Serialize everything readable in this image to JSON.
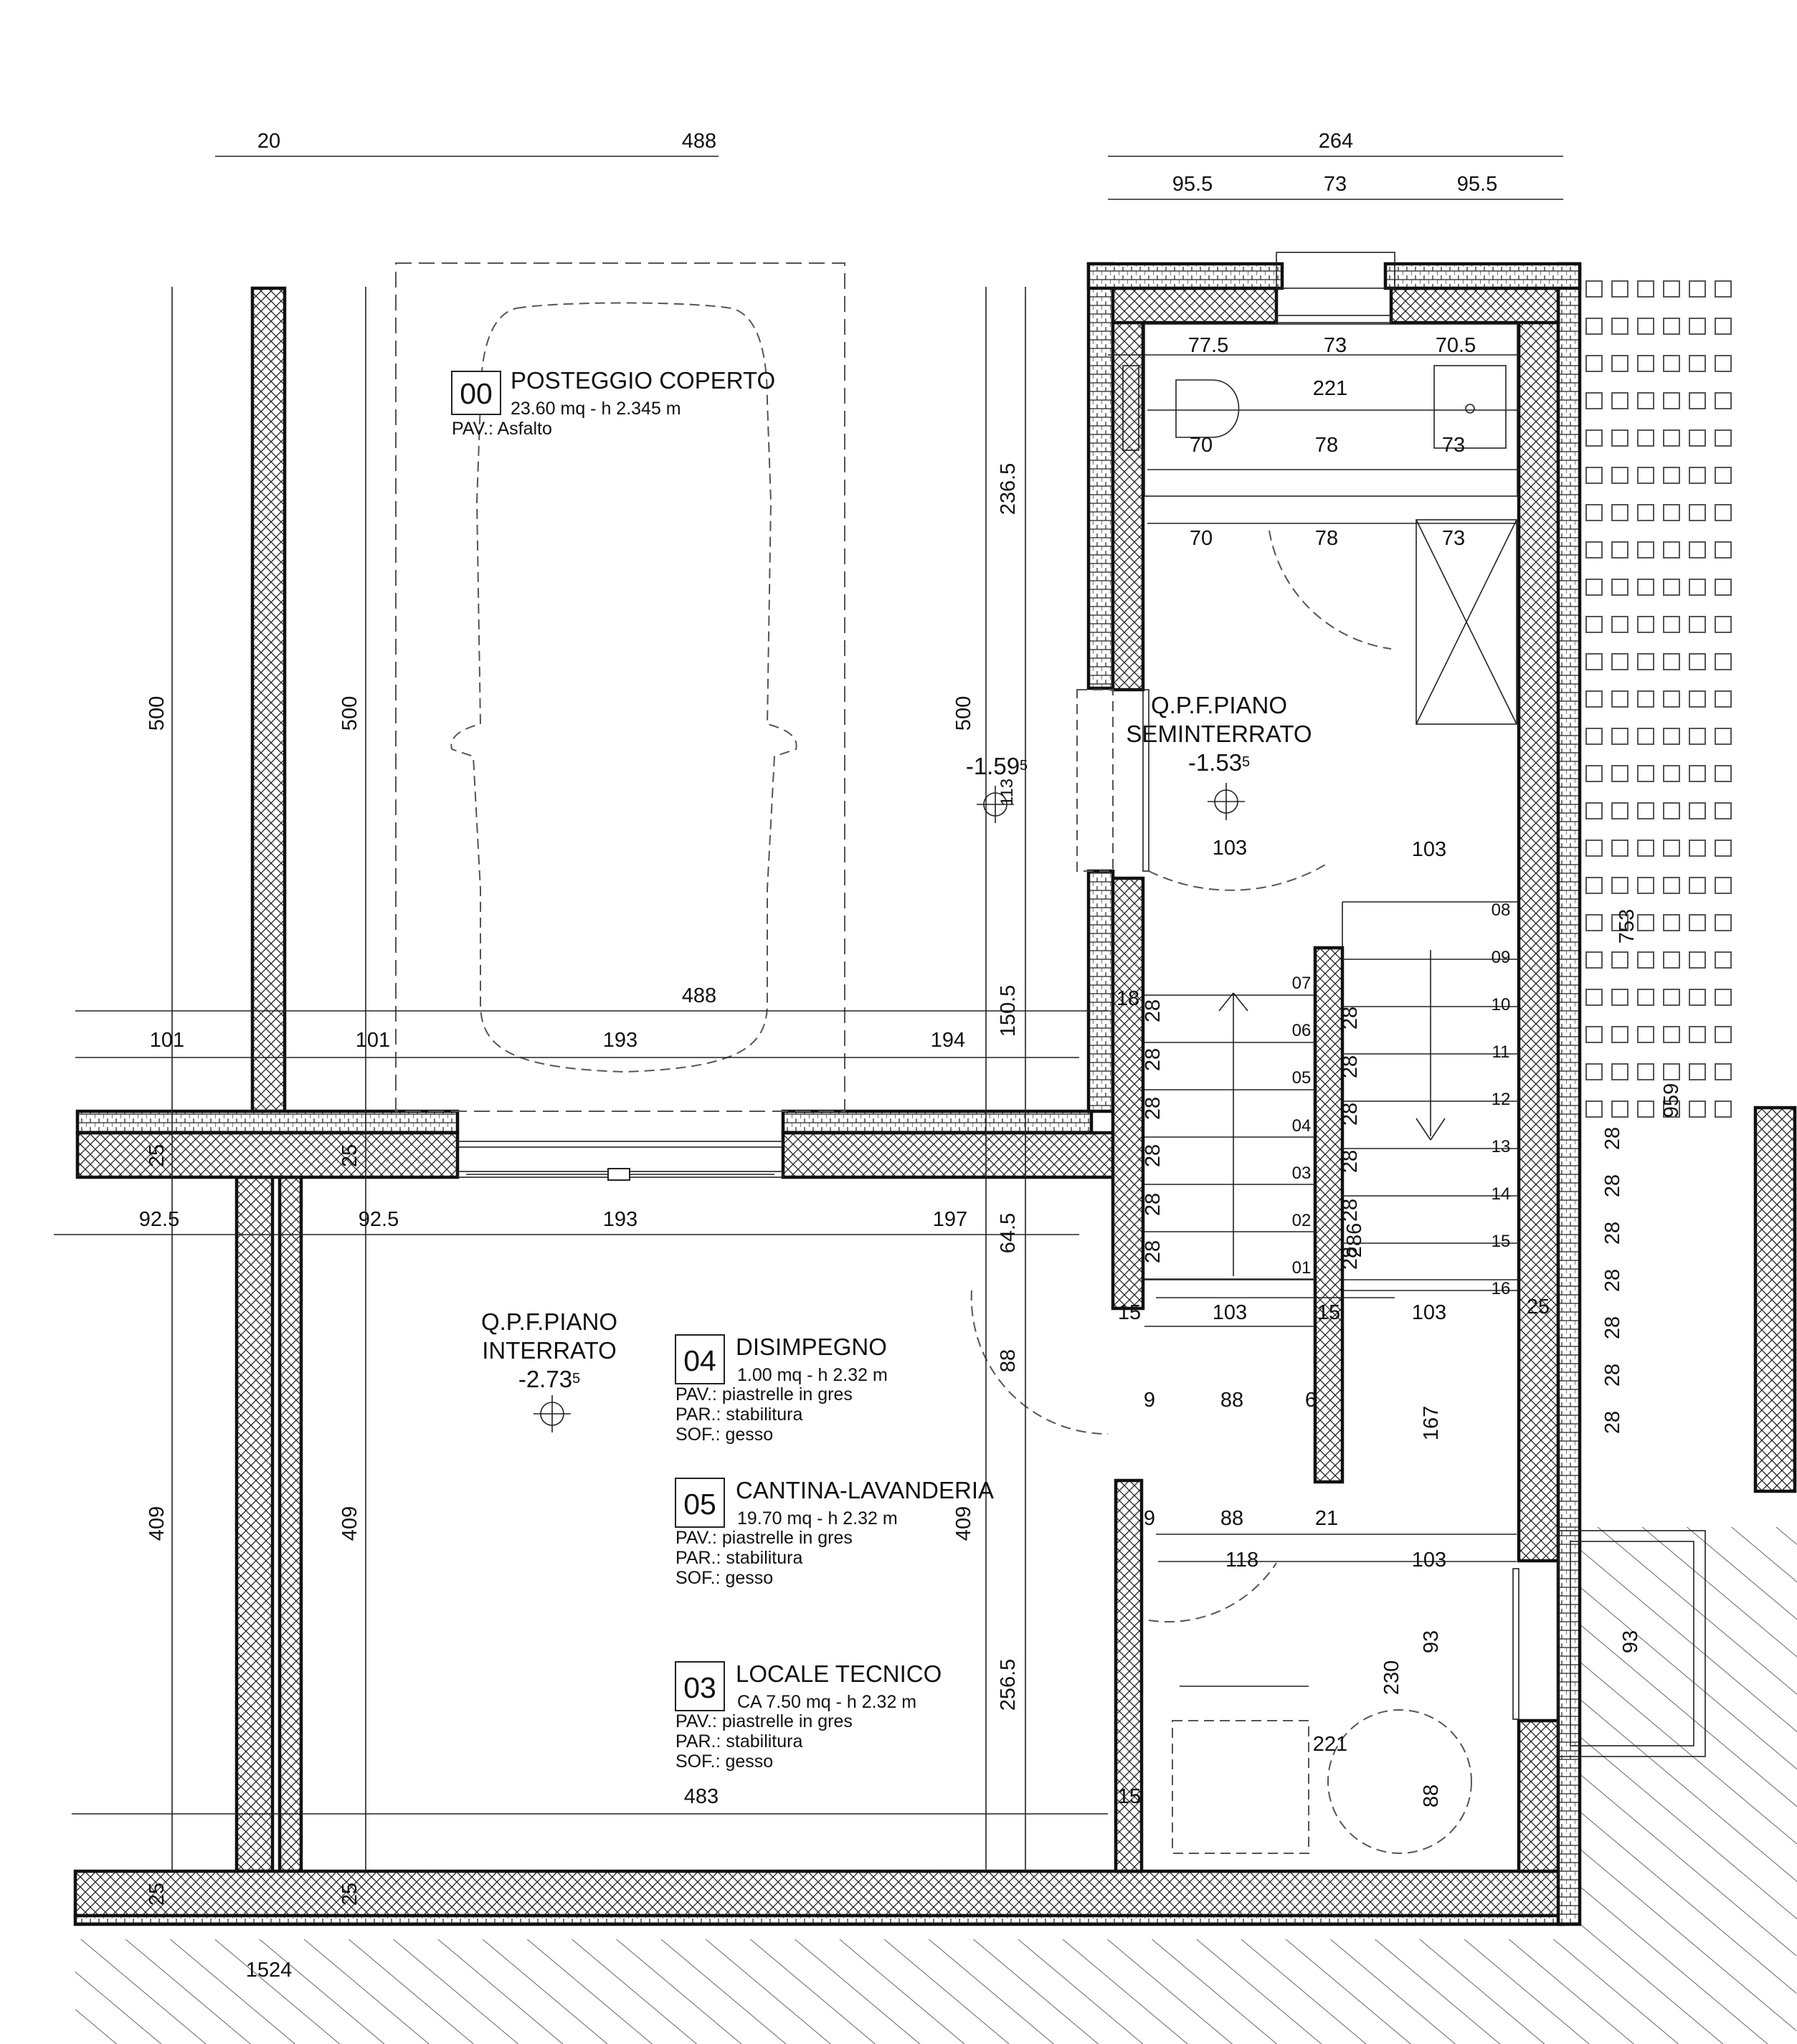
{
  "dimensions": {
    "top": [
      "20",
      "488",
      "264",
      "95.5",
      "73",
      "95.5"
    ],
    "bath": [
      "77.5",
      "73",
      "70.5",
      "221",
      "70",
      "78",
      "73",
      "70",
      "78",
      "73"
    ],
    "vertical": [
      "500",
      "500",
      "500",
      "236.5",
      "150.5",
      "64.5",
      "88",
      "409",
      "256.5",
      "409",
      "409",
      "753",
      "959",
      "113"
    ],
    "middle": [
      "488",
      "101",
      "101",
      "193",
      "194",
      "92.5",
      "92.5",
      "193",
      "197",
      "25",
      "25",
      "18",
      "15",
      "15",
      "15",
      "25",
      "25",
      "25"
    ],
    "stair": [
      "103",
      "103",
      "103",
      "15",
      "103",
      "9",
      "88",
      "6",
      "9",
      "88",
      "21",
      "118",
      "103",
      "167",
      "286",
      "93",
      "93",
      "230",
      "221",
      "88",
      "483",
      "1524"
    ],
    "steps": [
      "28",
      "28",
      "28",
      "28",
      "28",
      "28",
      "28",
      "28",
      "28",
      "28",
      "28",
      "28",
      "28",
      "28",
      "28",
      "28",
      "28",
      "28",
      "28",
      "28",
      "28"
    ],
    "step_numbers": [
      "01",
      "02",
      "03",
      "04",
      "05",
      "06",
      "07",
      "08",
      "09",
      "10",
      "11",
      "12",
      "13",
      "14",
      "15",
      "16"
    ]
  },
  "rooms": {
    "r00": {
      "num": "00",
      "name": "POSTEGGIO COPERTO",
      "area": "23.60  mq - h 2.345 m",
      "pav": "PAV.: Asfalto"
    },
    "r04": {
      "num": "04",
      "name": "DISIMPEGNO",
      "area": "1.00  mq - h 2.32 m",
      "pav": "PAV.: piastrelle in gres",
      "par": "PAR.: stabilitura",
      "sof": "SOF.: gesso"
    },
    "r05": {
      "num": "05",
      "name": "CANTINA-LAVANDERIA",
      "area": "19.70  mq - h 2.32 m",
      "pav": "PAV.: piastrelle in gres",
      "par": "PAR.: stabilitura",
      "sof": "SOF.: gesso"
    },
    "r03": {
      "num": "03",
      "name": "LOCALE TECNICO",
      "area": "CA 7.50  mq - h 2.32 m",
      "pav": "PAV.: piastrelle in gres",
      "par": "PAR.: stabilitura",
      "sof": "SOF.: gesso"
    }
  },
  "levels": {
    "semi": {
      "line1": "Q.P.F.PIANO",
      "line2": "SEMINTERRATO",
      "value": "-1.53",
      "sub": "5"
    },
    "inter": {
      "line1": "Q.P.F.PIANO",
      "line2": "INTERRATO",
      "value": "-2.73",
      "sub": "5"
    },
    "ext": {
      "value": "-1.59",
      "sub": "5"
    }
  }
}
